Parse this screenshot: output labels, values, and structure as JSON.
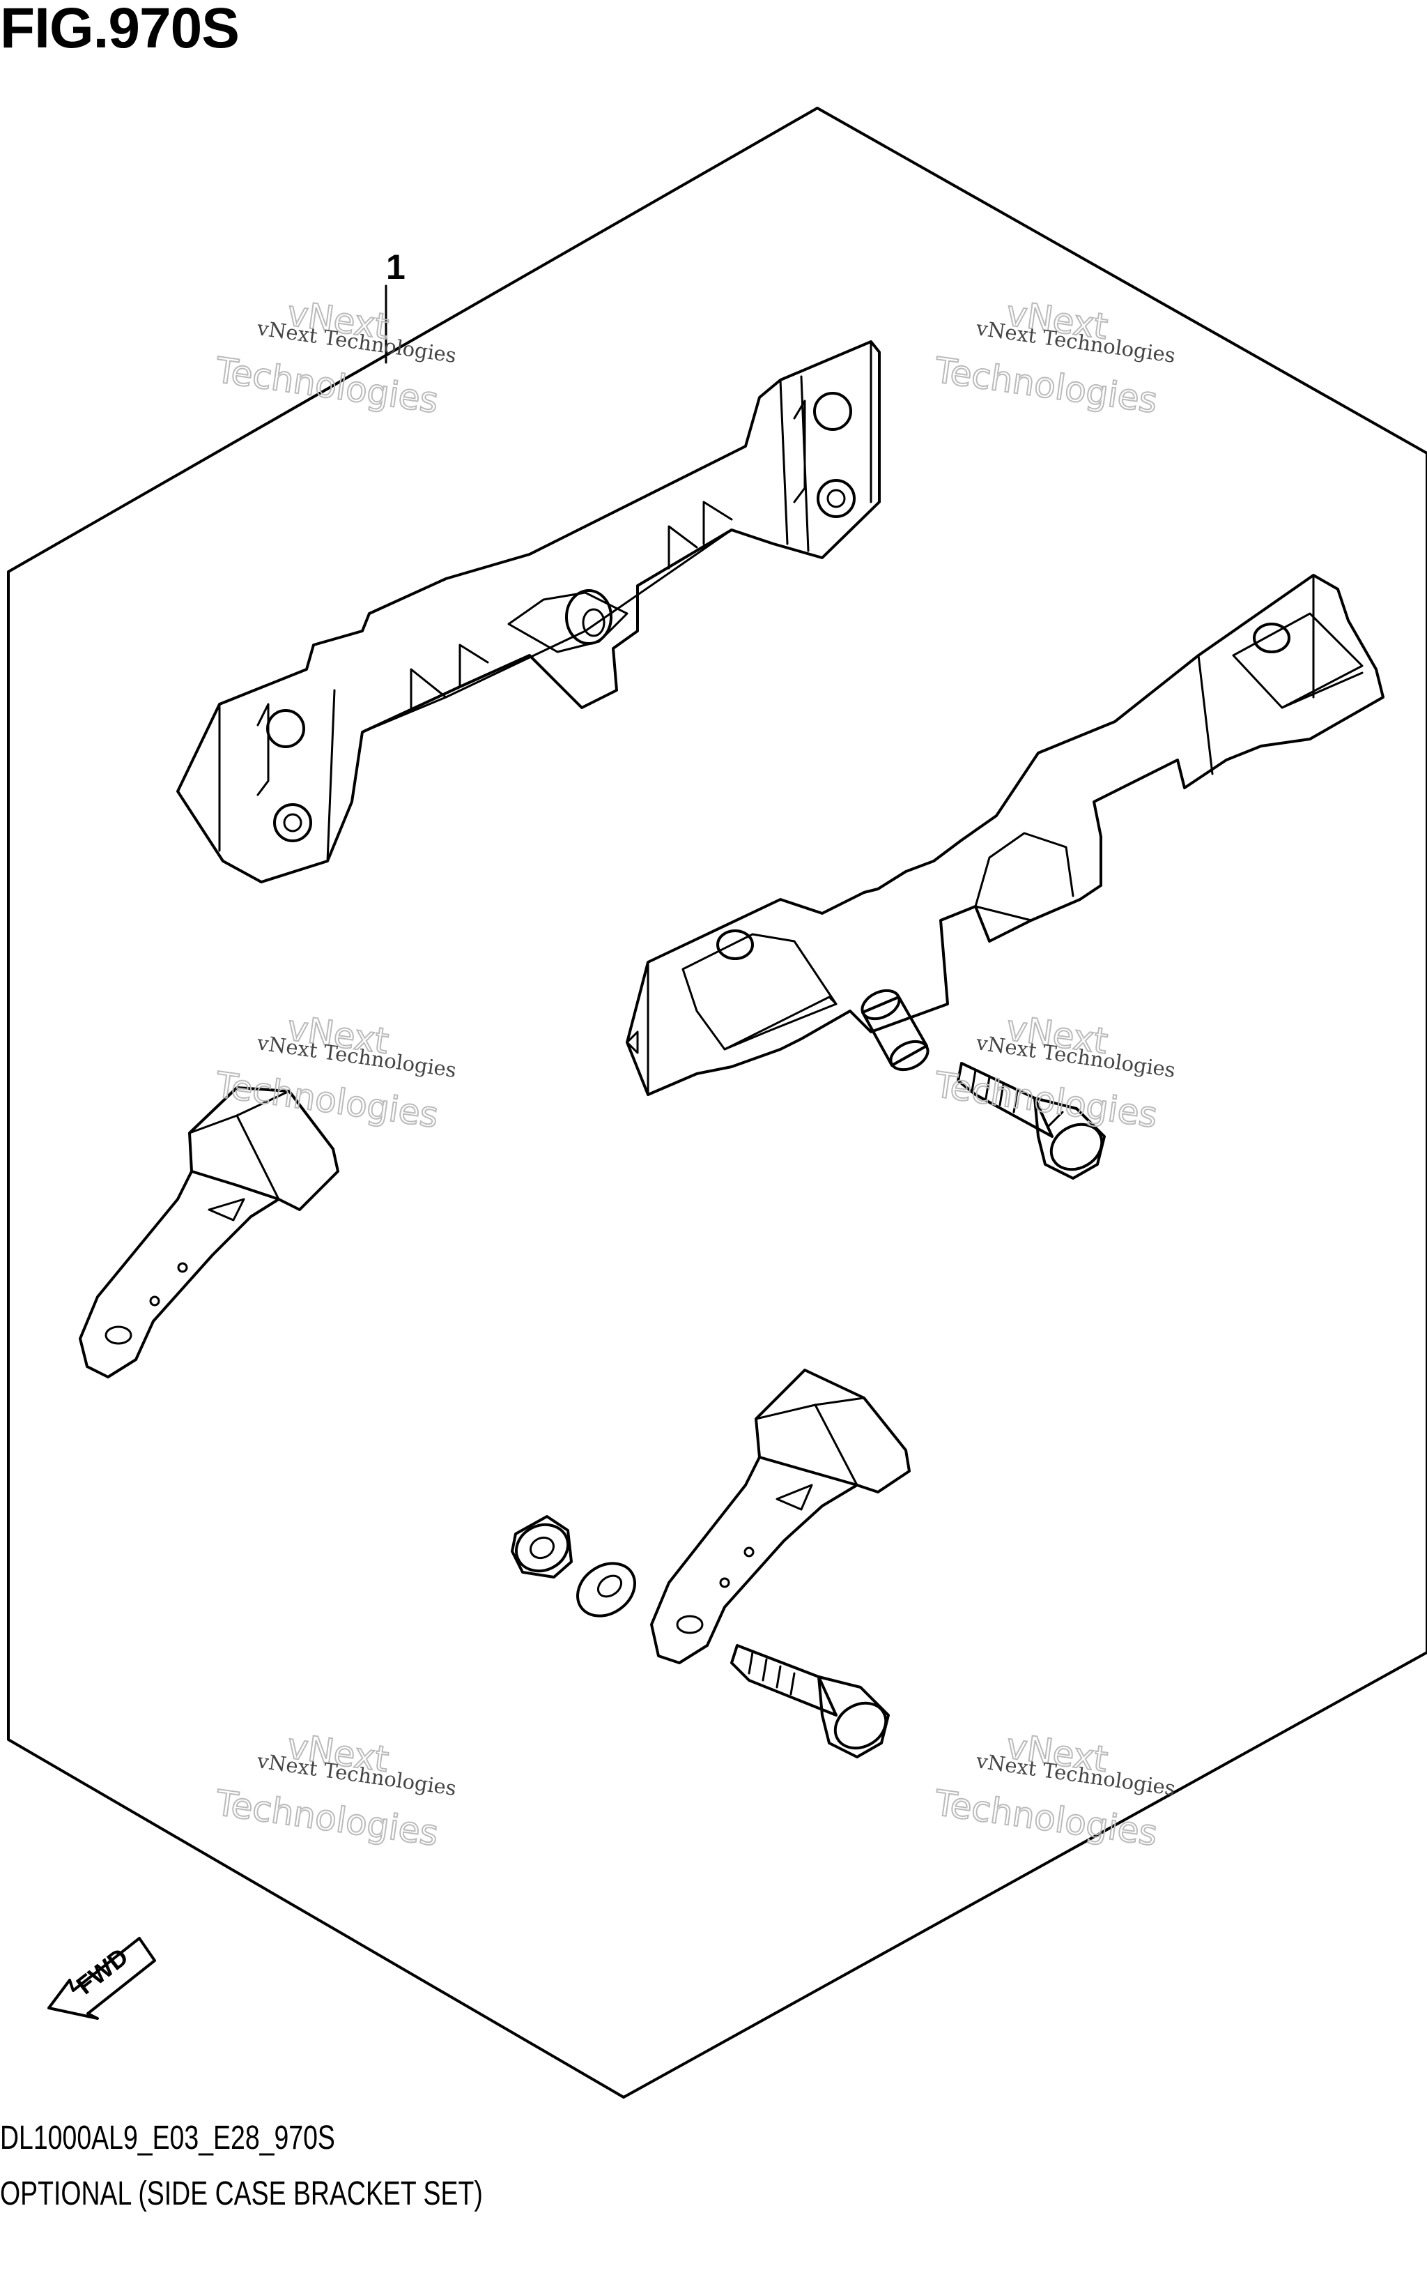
{
  "figure": {
    "title": "FIG.970S",
    "callout_number": "1",
    "fwd_label": "FWD",
    "code": "DL1000AL9_E03_E28_970S",
    "description": "OPTIONAL (SIDE CASE BRACKET SET)"
  },
  "watermark": {
    "brand_line": "vNext Technologies",
    "big_line_1": "vNext",
    "big_line_2": "Technologies"
  }
}
